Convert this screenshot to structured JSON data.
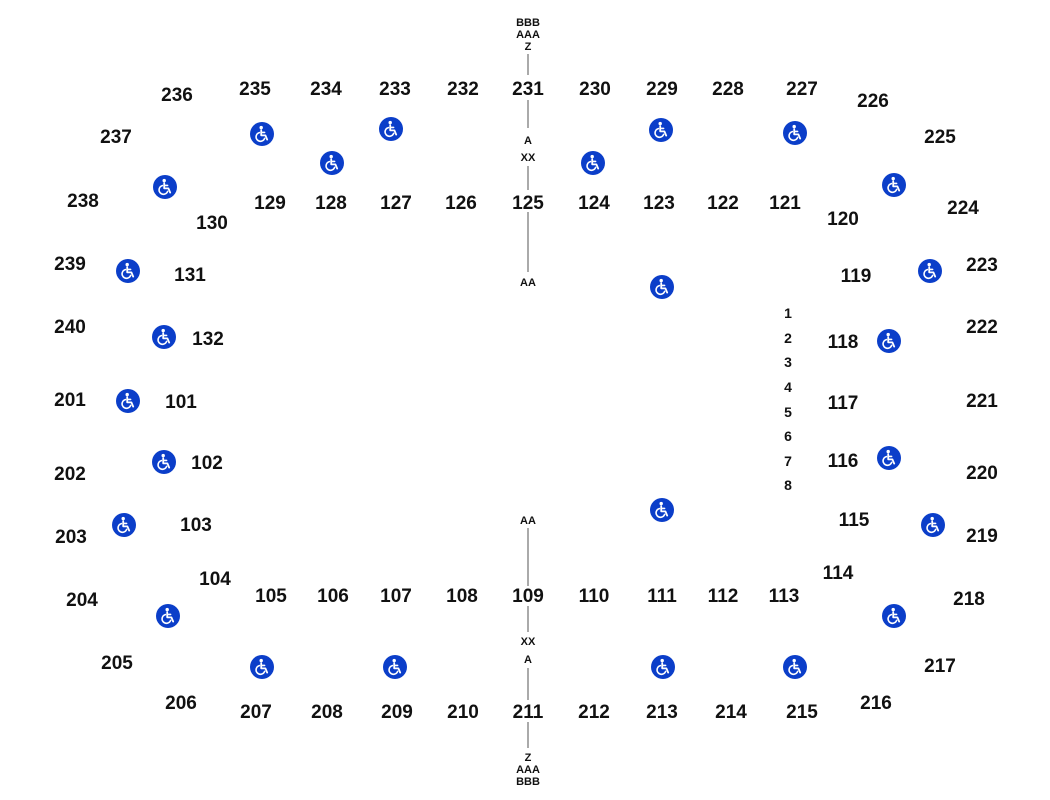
{
  "colors": {
    "accessible": "#0b3ec9",
    "text": "#111111",
    "line": "#555555",
    "background": "#ffffff"
  },
  "icons": {
    "accessible": "wheelchair-icon"
  },
  "sections_200": [
    "201",
    "202",
    "203",
    "204",
    "205",
    "206",
    "207",
    "208",
    "209",
    "210",
    "211",
    "212",
    "213",
    "214",
    "215",
    "216",
    "217",
    "218",
    "219",
    "220",
    "221",
    "222",
    "223",
    "224",
    "225",
    "226",
    "227",
    "228",
    "229",
    "230",
    "231",
    "232",
    "233",
    "234",
    "235",
    "236",
    "237",
    "238",
    "239",
    "240"
  ],
  "sections_100": [
    "101",
    "102",
    "103",
    "104",
    "105",
    "106",
    "107",
    "108",
    "109",
    "110",
    "111",
    "112",
    "113",
    "114",
    "115",
    "116",
    "117",
    "118",
    "119",
    "120",
    "121",
    "122",
    "123",
    "124",
    "125",
    "126",
    "127",
    "128",
    "129",
    "130",
    "131",
    "132"
  ],
  "row_labels": {
    "top_outer": [
      "BBB",
      "AAA",
      "Z"
    ],
    "top_mid": [
      "A",
      "XX"
    ],
    "top_inner": "AA",
    "bottom_inner": "AA",
    "bottom_mid": [
      "XX",
      "A"
    ],
    "bottom_outer": [
      "Z",
      "AAA",
      "BBB"
    ]
  },
  "floor_numbers": [
    "1",
    "2",
    "3",
    "4",
    "5",
    "6",
    "7",
    "8"
  ]
}
